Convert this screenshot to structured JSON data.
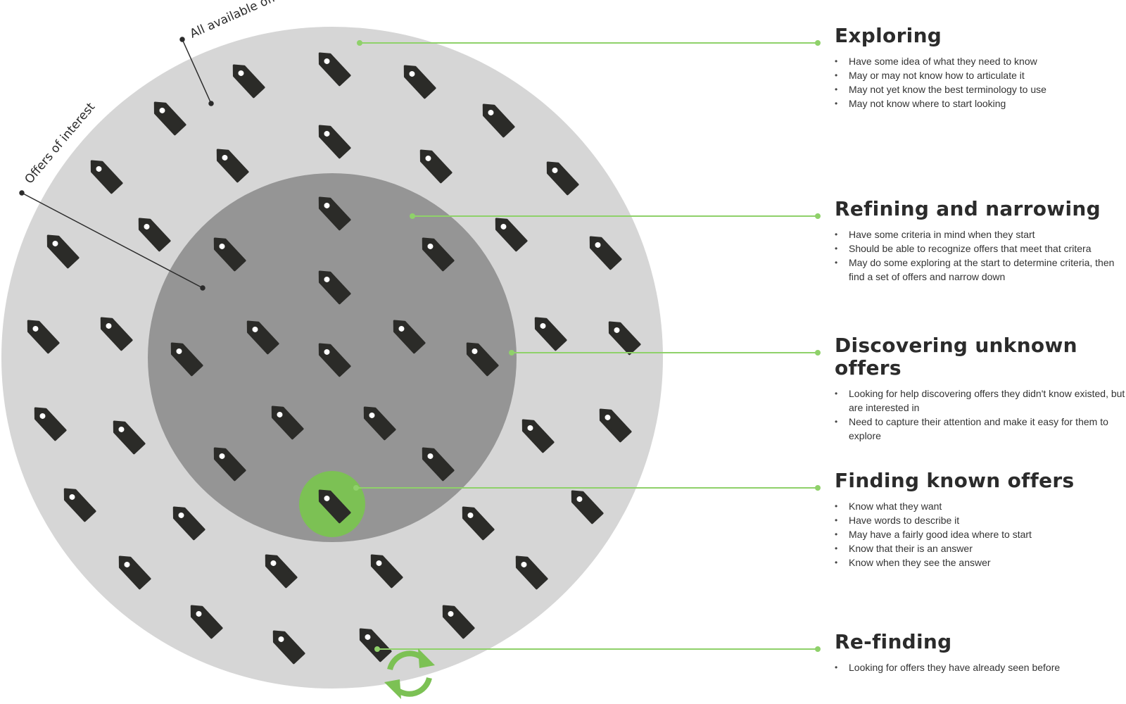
{
  "labels": {
    "all_offers": "All available offers",
    "offers_of_interest": "Offers of interest"
  },
  "sections": [
    {
      "title": "Exploring",
      "bullets": [
        "Have some idea of what they need to know",
        "May or may not know how to articulate it",
        "May not yet know the best terminology to use",
        "May not know where to start looking"
      ]
    },
    {
      "title": "Refining and narrowing",
      "bullets": [
        "Have some criteria in mind when they start",
        "Should be able to recognize offers that meet that critera",
        "May do some exploring at the start to determine criteria, then find a set of offers and narrow down"
      ]
    },
    {
      "title": "Discovering unknown offers",
      "bullets": [
        "Looking for help discovering offers they didn't know existed, but are interested in",
        "Need to capture their attention and make it easy for them to explore"
      ]
    },
    {
      "title": "Finding known offers",
      "bullets": [
        "Know what they want",
        "Have words to describe it",
        "May have a fairly good idea where to start",
        "Know that their is an answer",
        "Know when they see the answer"
      ]
    },
    {
      "title": "Re-finding",
      "bullets": [
        "Looking for offers they have already seen before"
      ]
    }
  ],
  "colors": {
    "outer_circle": "#d6d6d6",
    "inner_circle": "#959595",
    "tag": "#2b2b28",
    "accent_green": "#7cc154",
    "connector": "#8fd16a"
  },
  "icons": {
    "offer": "price-tag-icon",
    "refinding": "refresh-cycle-icon"
  }
}
